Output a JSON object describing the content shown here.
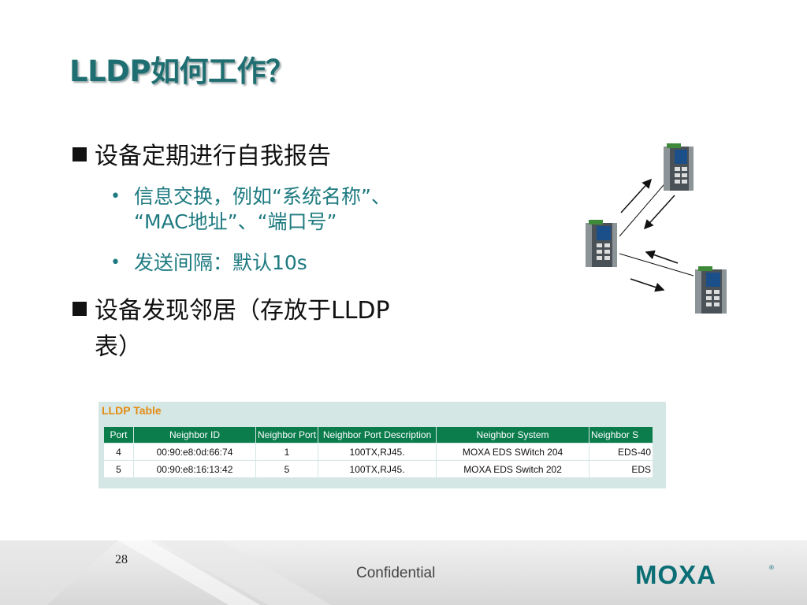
{
  "slide": {
    "title": "LLDP如何工作？",
    "bullets": [
      {
        "text": "设备定期进行自我报告",
        "sub": [
          {
            "line1": "信息交换，例如“系统名称”、",
            "line2": "“MAC地址”、“端口号”"
          },
          {
            "line1": "发送间隔：默认10s",
            "line2": ""
          }
        ]
      },
      {
        "line1": "设备发现邻居（存放于LLDP",
        "line2": "表）"
      }
    ],
    "sub_bullet_glyph": "•"
  },
  "lldp_table": {
    "caption": "LLDP Table",
    "columns": [
      "Port",
      "Neighbor ID",
      "Neighbor Port",
      "Neighbor Port Description",
      "Neighbor System",
      "Neighbor S"
    ],
    "rows": [
      [
        "4",
        "00:90:e8:0d:66:74",
        "1",
        "100TX,RJ45.",
        "MOXA EDS SWitch 204",
        "EDS-40"
      ],
      [
        "5",
        "00:90:e8:16:13:42",
        "5",
        "100TX,RJ45.",
        "MOXA EDS Switch 202",
        "EDS"
      ]
    ]
  },
  "diagram": {
    "devices": [
      "switch-top",
      "switch-middle",
      "switch-bottom"
    ],
    "arrow_color": "#111111"
  },
  "footer": {
    "page_number": "28",
    "confidential": "Confidential",
    "logo_text": "MOXA"
  },
  "colors": {
    "title": "#1f6f72",
    "sub_bullet": "#1d7a80",
    "table_header": "#0b7c4c",
    "table_caption": "#e38b14",
    "logo": "#0a6e74"
  }
}
